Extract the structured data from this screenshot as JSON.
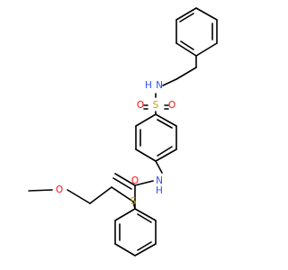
{
  "colors": {
    "bond": "#000000",
    "O": "#ff0d0d",
    "N": "#3050f8",
    "S": "#c8a000",
    "background": "#ffffff"
  },
  "atoms": {
    "o_ether": "O",
    "s_thio": "S",
    "o_amide": "O",
    "n_amide": "N",
    "h_amide": "H",
    "s_sulfonyl": "S",
    "o_sulfonyl_left": "O",
    "o_sulfonyl_right": "O",
    "n_sulfonamide": "N",
    "h_sulfonamide": "H"
  }
}
